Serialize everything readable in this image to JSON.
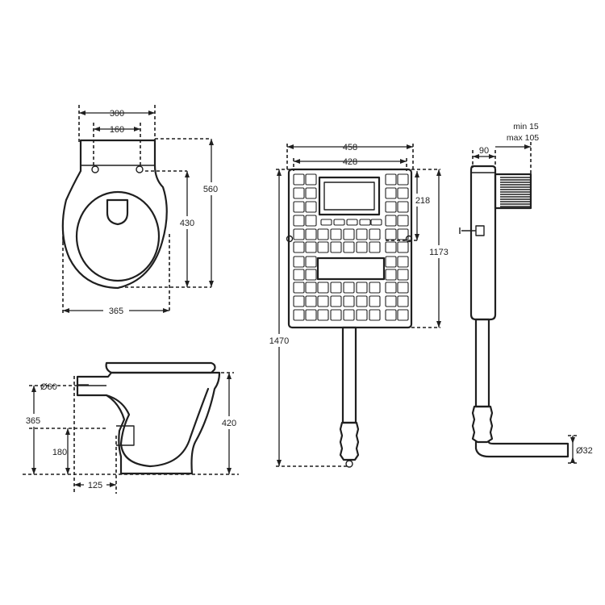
{
  "toilet_top_view": {
    "width_300": "300",
    "fixing_160": "160",
    "depth_560": "560",
    "bowl_430": "430",
    "width_365": "365"
  },
  "toilet_side_view": {
    "inlet_dia": "Ø60",
    "height_365": "365",
    "outlet_180": "180",
    "height_420": "420",
    "outlet_125": "125"
  },
  "frame_view": {
    "width_458": "458",
    "width_428": "428",
    "height_218": "218",
    "height_1173": "1173",
    "height_1470": "1470"
  },
  "cistern_side_view": {
    "depth_90": "90",
    "adjust_min": "min 15",
    "adjust_max": "max 105",
    "pipe_dia": "Ø32"
  }
}
